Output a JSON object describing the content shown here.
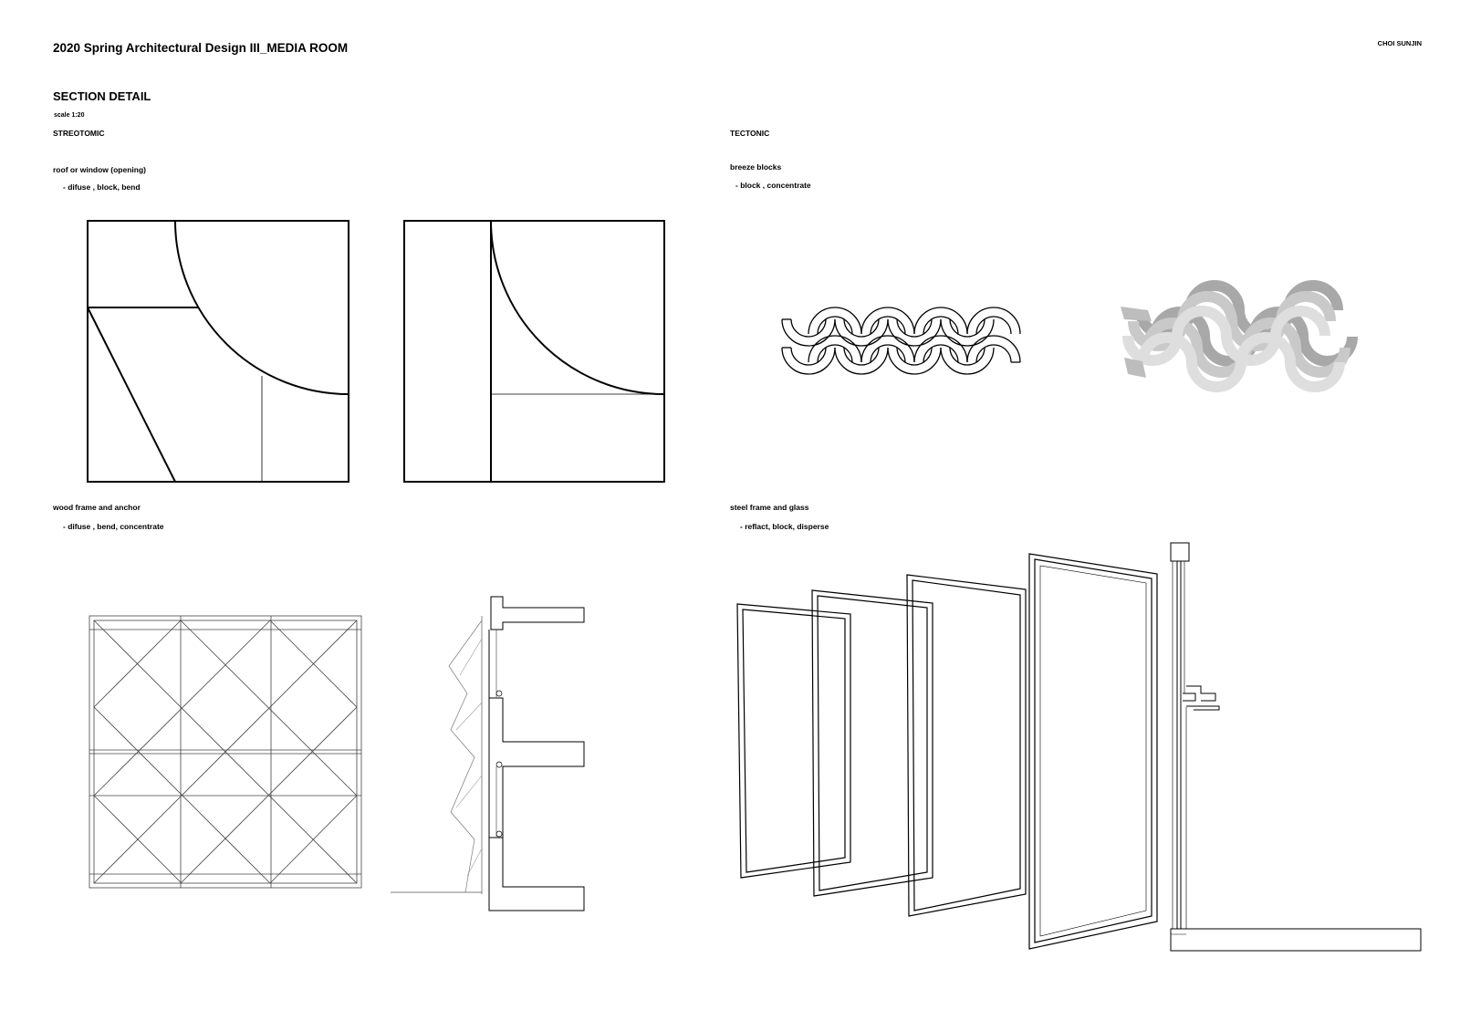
{
  "header": {
    "title": "2020 Spring Architectural Design III_MEDIA ROOM",
    "author": "CHOI SUNJIN"
  },
  "section": {
    "heading": "SECTION DETAIL",
    "scale": "scale 1:20"
  },
  "columns": {
    "left": "STREOTOMIC",
    "right": "TECTONIC"
  },
  "panels": {
    "roof": {
      "label": "roof or window (opening)",
      "qualities": "- difuse , block, bend"
    },
    "breeze": {
      "label": "breeze blocks",
      "qualities": "- block , concentrate"
    },
    "wood": {
      "label": "wood frame and anchor",
      "qualities": "- difuse , bend, concentrate"
    },
    "steel": {
      "label": "steel frame and glass",
      "qualities": "- reflact, block, disperse"
    }
  },
  "colors": {
    "ink": "#000000",
    "line_light": "#555555",
    "block_render": "#c8c8c8"
  },
  "icons": {
    "drawings": [
      "roof-section-drawing",
      "window-section-drawing",
      "breeze-block-elevation",
      "breeze-block-render",
      "wood-frame-elevation",
      "wood-frame-section",
      "steel-frame-exploded",
      "steel-frame-section"
    ]
  }
}
